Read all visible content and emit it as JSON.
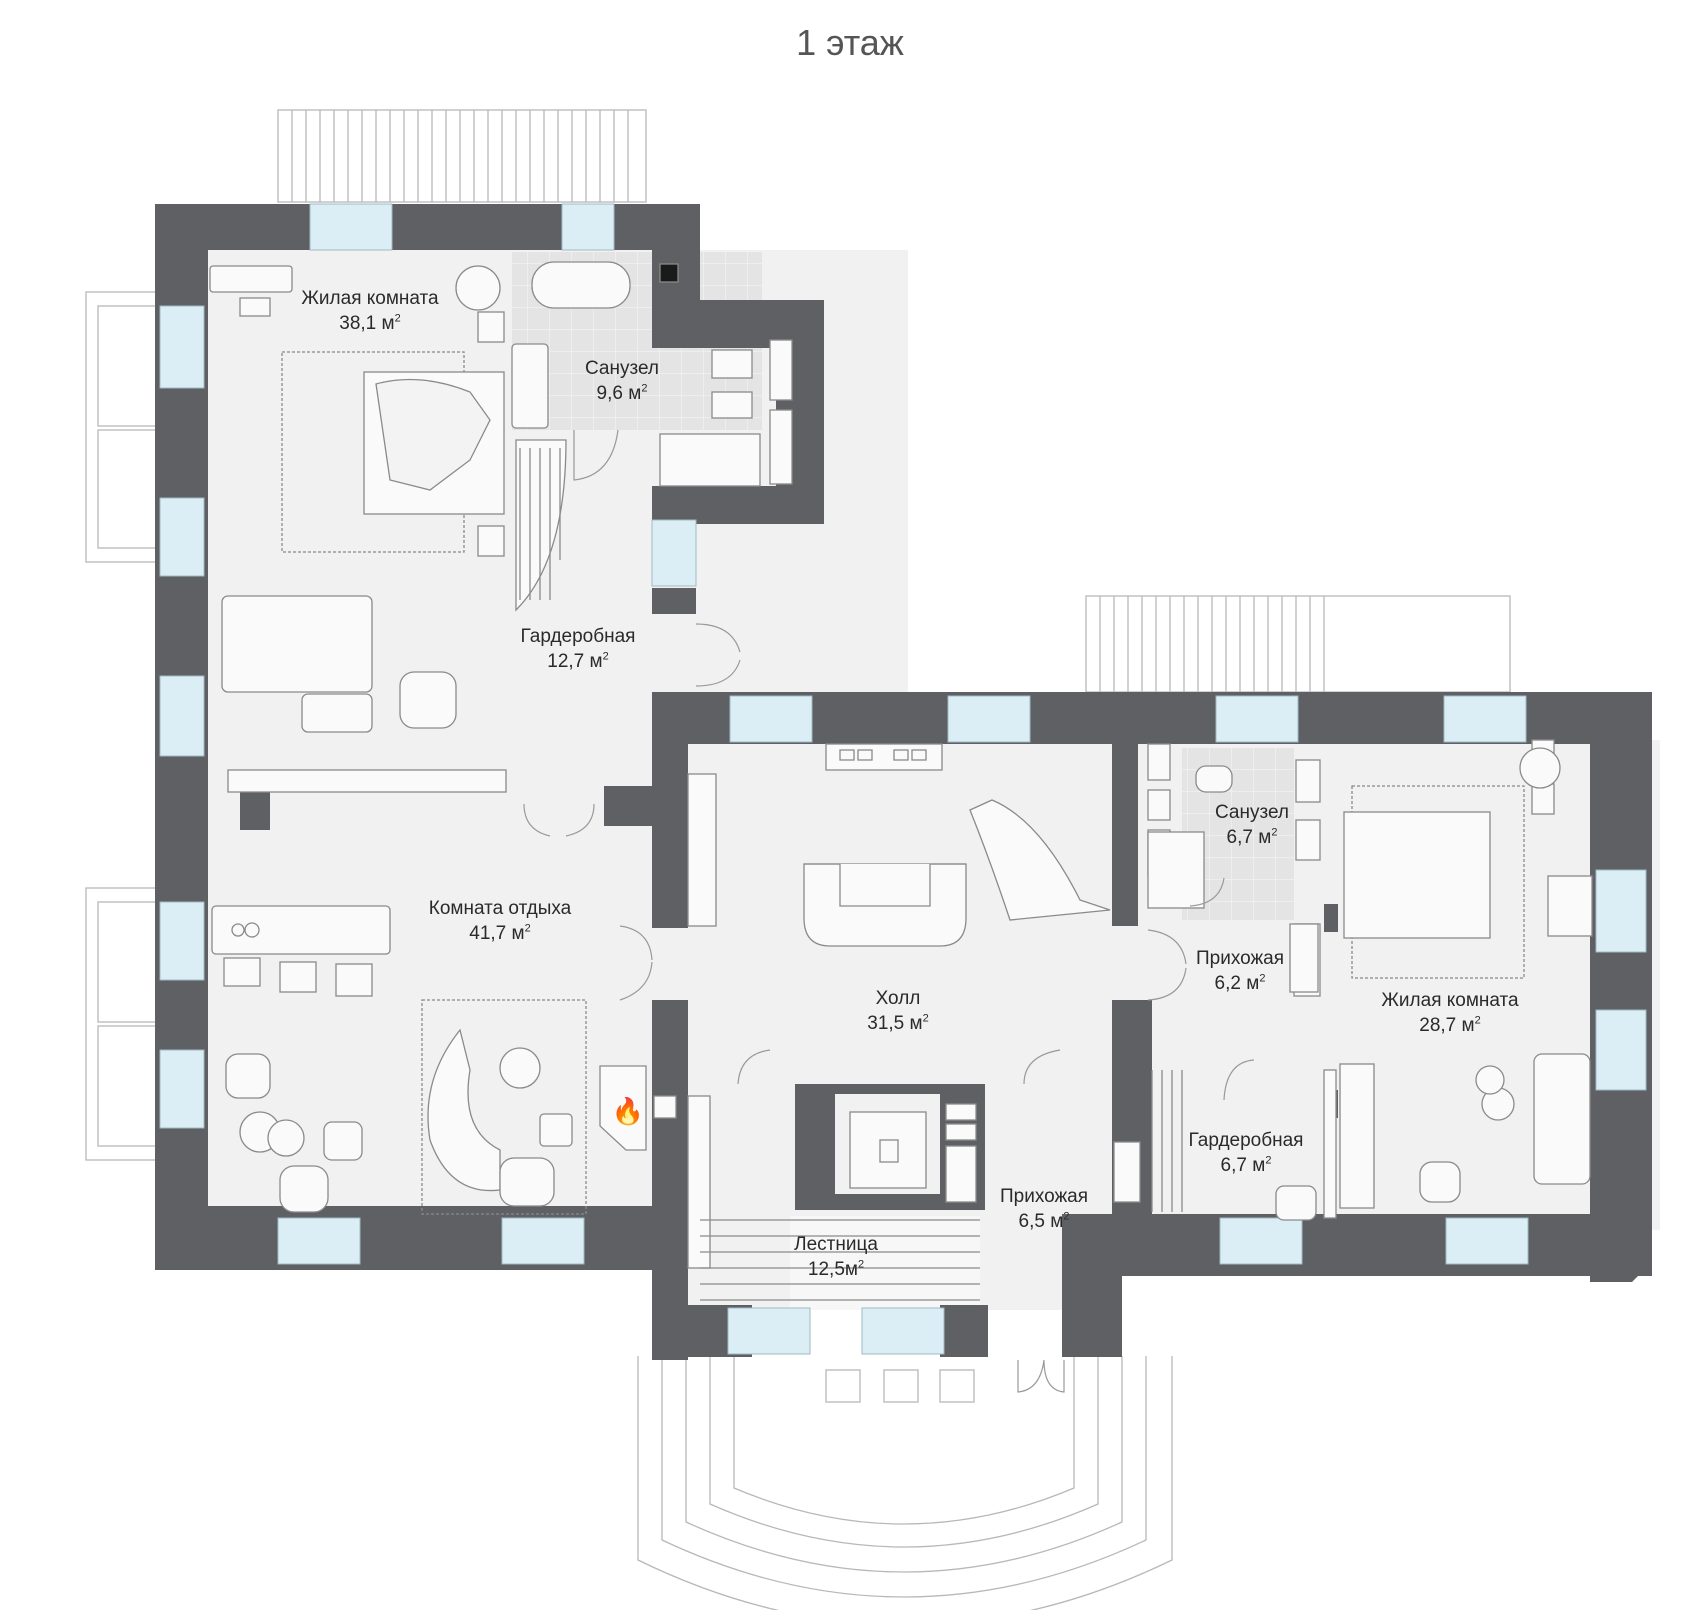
{
  "title": "1 этаж",
  "area_unit": "м",
  "area_power": "2",
  "rooms": [
    {
      "id": "living-1",
      "name": "Жилая комната",
      "area": "38,1"
    },
    {
      "id": "bath-1",
      "name": "Санузел",
      "area": "9,6"
    },
    {
      "id": "wardrobe-1",
      "name": "Гардеробная",
      "area": "12,7"
    },
    {
      "id": "lounge",
      "name": "Комната отдыха",
      "area": "41,7"
    },
    {
      "id": "hall",
      "name": "Холл",
      "area": "31,5"
    },
    {
      "id": "bath-2",
      "name": "Санузел",
      "area": "6,7"
    },
    {
      "id": "foyer-2",
      "name": "Прихожая",
      "area": "6,2"
    },
    {
      "id": "living-2",
      "name": "Жилая комната",
      "area": "28,7"
    },
    {
      "id": "wardrobe-2",
      "name": "Гардеробная",
      "area": "6,7"
    },
    {
      "id": "stairs",
      "name": "Лестница",
      "area": "12,5"
    },
    {
      "id": "foyer-1",
      "name": "Прихожая",
      "area": "6,5"
    }
  ],
  "fireplace_glyph": "🔥",
  "colors": {
    "wall": "#5f6064",
    "window": "#dbeef5",
    "floor": "#f1f1f1",
    "line": "#8a8a8a",
    "tile": "#dcdcdc"
  }
}
